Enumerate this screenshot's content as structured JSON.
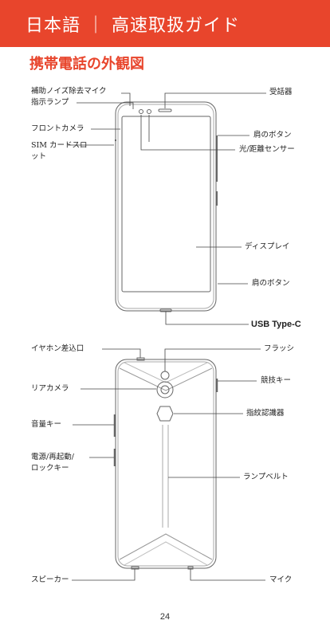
{
  "header": {
    "title": "日本語 ｜ 高速取扱ガイド"
  },
  "section_title": "携帯電話の外観図",
  "front_labels": {
    "mic_noise": "補助ノイズ除去マイク",
    "indicator": "指示ランプ",
    "front_camera": "フロントカメラ",
    "sim_slot_1": "SIM カードスロ",
    "sim_slot_2": "ット",
    "receiver": "受話器",
    "shoulder_button_top": "肩のボタン",
    "light_sensor": "光/距離センサー",
    "display": "ディスプレイ",
    "shoulder_button_bottom": "肩のボタン",
    "usb": "USB Type-C"
  },
  "back_labels": {
    "earphone": "イヤホン差込口",
    "flash": "フラッシ",
    "rear_camera": "リアカメラ",
    "game_key": "競技キー",
    "volume": "音量キー",
    "fingerprint": "指紋認識器",
    "power_1": "電源/再起動/",
    "power_2": "ロックキー",
    "light_belt": "ランプベルト",
    "speaker": "スピーカー",
    "mic": "マイク"
  },
  "page_number": "24"
}
